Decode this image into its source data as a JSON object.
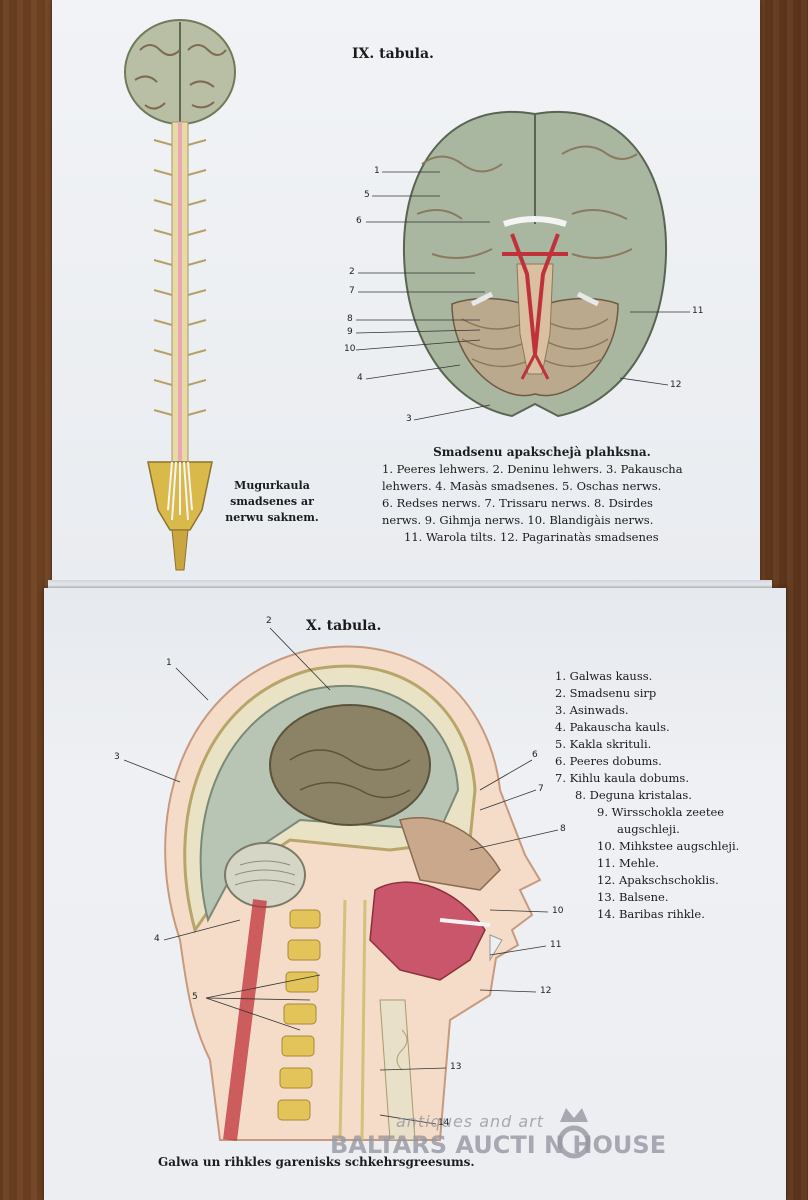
{
  "upper_page": {
    "title": "IX. tabula.",
    "spine_caption": [
      "Mugurkaula",
      "smadsenes ar",
      "nerwu saknem."
    ],
    "brain_caption_title": "Smadsenu apakschejà plahksna.",
    "brain_caption_lines": [
      "1. Peeres lehwers. 2. Deninu lehwers. 3. Pakauscha",
      "lehwers. 4. Masàs smadsenes. 5. Oschas nerws.",
      "6. Redses nerws. 7. Trissaru nerws. 8. Dsirdes",
      "nerws. 9. Gihmja nerws. 10. Blandigàis nerws.",
      "11. Warola tilts. 12. Pagarinatàs smadsenes"
    ],
    "brain_labels": [
      "1",
      "5",
      "6",
      "2",
      "7",
      "8",
      "9",
      "10",
      "4",
      "3",
      "11",
      "12"
    ]
  },
  "lower_page": {
    "title": "X. tabula.",
    "legend": [
      "1. Galwas kauss.",
      "2. Smadsenu sirp",
      "3. Asinwads.",
      "4. Pakauscha kauls.",
      "5. Kakla skrituli.",
      "6. Peeres dobums.",
      "7. Kihlu kaula dobums.",
      "8. Deguna kristalas.",
      "9. Wirsschokla zeetee",
      "augschleji.",
      "10. Mihkstee augschleji.",
      "11. Mehle.",
      "12. Apakschschoklis.",
      "13. Balsene.",
      "14. Baribas rihkle."
    ],
    "head_labels": [
      "1",
      "2",
      "3",
      "4",
      "5",
      "6",
      "7",
      "8",
      "10",
      "11",
      "12",
      "13",
      "14"
    ],
    "bottom_caption": "Galwa un rihkles garenisks schkehrsgreesums."
  },
  "watermark": {
    "tagline": "antiques and art",
    "brand": "BALTARS AUCTI  N HOUSE"
  }
}
